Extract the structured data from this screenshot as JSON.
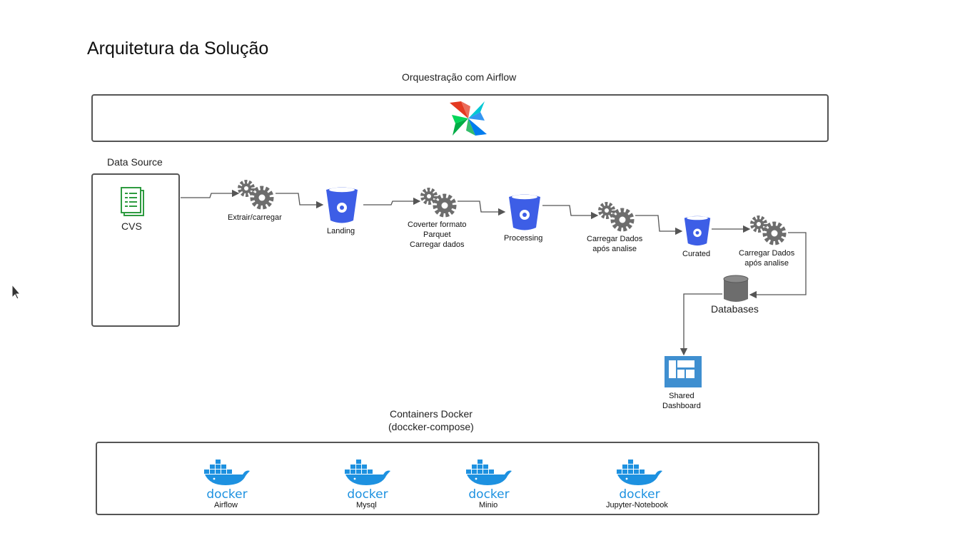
{
  "page": {
    "title": "Arquitetura da Solução"
  },
  "airflow": {
    "label": "Orquestração com Airflow"
  },
  "source": {
    "title": "Data Source",
    "file_label": "CVS"
  },
  "steps": {
    "extract": "Extrair/carregar",
    "landing": "Landing",
    "convert": [
      "Coverter formato",
      "Parquet",
      "Carregar dados"
    ],
    "processing": "Processing",
    "load1": [
      "Carregar Dados",
      "após analise"
    ],
    "curated": "Curated",
    "load2": [
      "Carregar Dados",
      "após analise"
    ],
    "databases": "Databases",
    "dashboard": [
      "Shared",
      "Dashboard"
    ]
  },
  "docker": {
    "title": "Containers Docker",
    "subtitle": "(doccker-compose)",
    "wordmark": "docker",
    "containers": [
      "Airflow",
      "Mysql",
      "Minio",
      "Jupyter-Notebook"
    ]
  },
  "colors": {
    "bucket": "#3d5ee6",
    "gear": "#6d6d6d",
    "docker": "#1d91e0",
    "dashboard": "#3f8fd0",
    "doc_icon": "#2e9b40",
    "border": "#555555"
  }
}
